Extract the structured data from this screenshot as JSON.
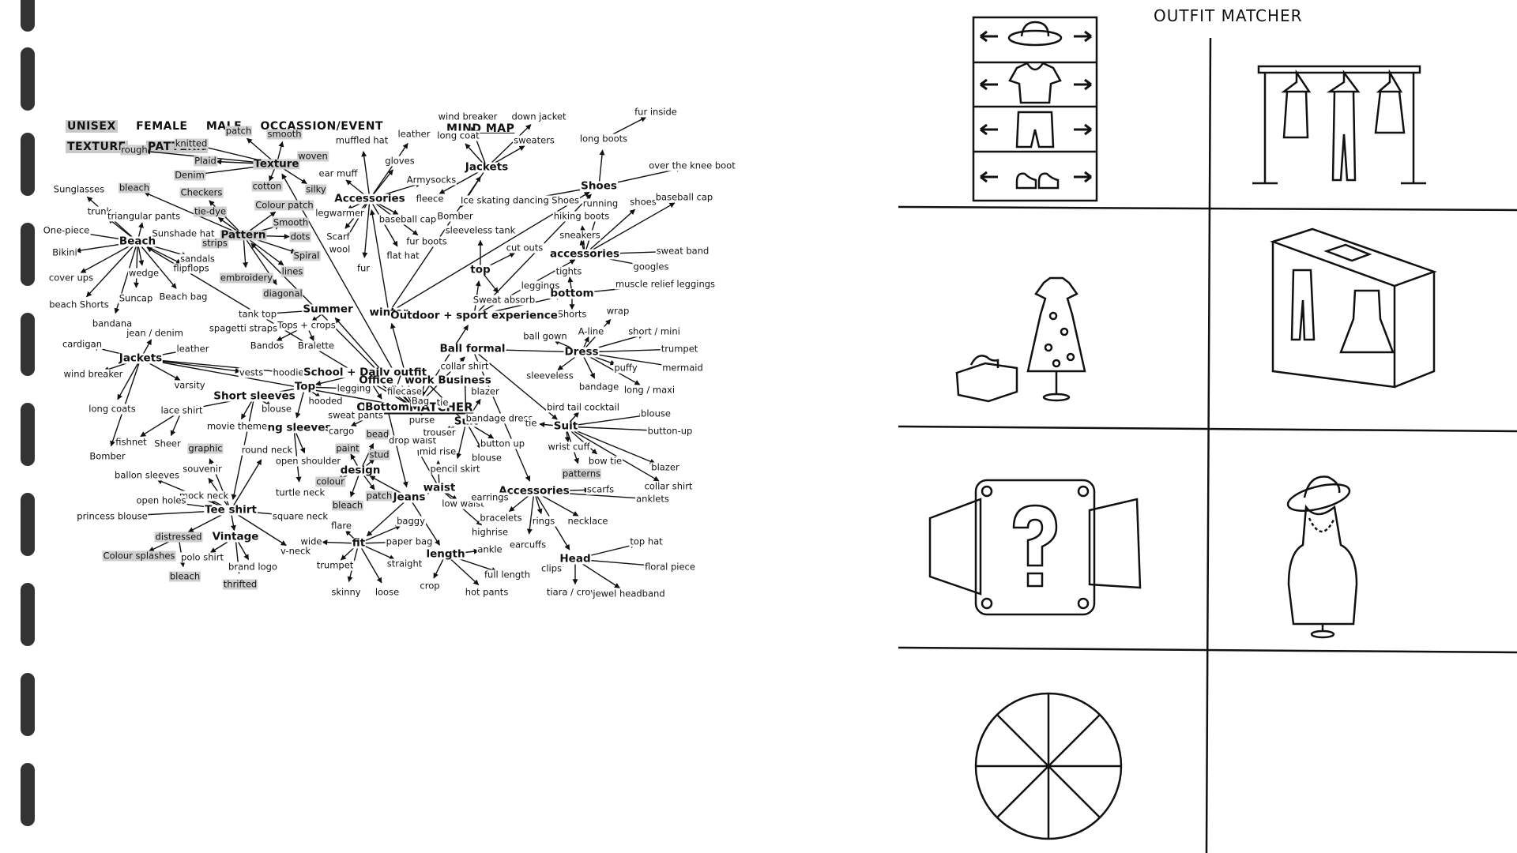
{
  "legend": {
    "items": [
      "UNISEX",
      "FEMALE",
      "MALE",
      "OCCASSION/EVENT",
      "TEXTURE",
      "PATTERN"
    ]
  },
  "mindmap": {
    "title": "MIND MAP",
    "center": "OUTFIT MATCHER",
    "nodes": {
      "texture": "Texture",
      "patch": "patch",
      "smooth": "smooth",
      "knitted": "knitted",
      "rough": "rough",
      "plaid": "Plaid",
      "woven": "woven",
      "denim": "Denim",
      "cotton": "cotton",
      "silky": "silky",
      "bleach": "bleach",
      "checkers": "Checkers",
      "colour_patch": "Colour patch",
      "tie_dye": "tie-dye",
      "smooth2": "Smooth",
      "pattern": "Pattern",
      "dots": "dots",
      "strips": "strips",
      "spiral": "Spiral",
      "embroidery": "embroidery",
      "lines": "lines",
      "diagonal": "diagonal",
      "sunglasses": "Sunglasses",
      "trunk": "trunk",
      "triangular_pants": "triangular pants",
      "sunshade_hat": "Sunshade hat",
      "one_piece": "One-piece",
      "beach": "Beach",
      "bikini": "Bikini",
      "sandals": "sandals",
      "flipflops": "flipflops",
      "wedge": "wedge",
      "cover_ups": "cover ups",
      "beach_bag": "Beach bag",
      "suncap": "Suncap",
      "beach_shorts": "beach Shorts",
      "bandana": "bandana",
      "summer": "Summer",
      "tank_top": "tank top",
      "tops_crops": "Tops + crops",
      "spaghetti": "spagetti straps",
      "bandos": "Bandos",
      "bralette": "Bralette",
      "muffled_hat": "muffled hat",
      "leather": "leather",
      "ear_muff": "ear muff",
      "gloves": "gloves",
      "arm_socks": "Armysocks",
      "accessories": "Accessories",
      "legwarmer": "legwarmer",
      "baseball_cap": "baseball cap",
      "scarf": "Scarf",
      "wool": "wool",
      "fur_boots": "fur boots",
      "flat_hat": "flat hat",
      "fur": "fur",
      "winter": "winter",
      "wind_breaker": "wind breaker",
      "down_jacket": "down jacket",
      "long_coat": "long coat",
      "sweaters": "sweaters",
      "jackets": "Jackets",
      "fleece": "fleece",
      "bomber": "Bomber",
      "long_boots": "long boots",
      "fur_inside": "fur inside",
      "over_knee": "over the knee boot",
      "shoes": "Shoes",
      "ice_skating": "Ice skating dancing Shoes",
      "running": "running",
      "shoes2": "shoes",
      "baseball_cap2": "baseball cap",
      "hiking_boots": "hiking boots",
      "sneakers": "sneakers",
      "accessories2": "accessories",
      "sweat_band": "sweat band",
      "googles": "googles",
      "sleeveless_tank": "sleeveless tank",
      "cut_outs": "cut outs",
      "top": "top",
      "tights": "tights",
      "leggings": "leggings",
      "muscle_relief": "muscle relief leggings",
      "sweat_absorb": "Sweat absorb",
      "bottom": "bottom",
      "shorts": "Shorts",
      "outdoor": "Outdoor + sport experience",
      "jacket_denim": "jean / denim",
      "cardigan": "cardigan",
      "jackets2": "Jackets",
      "leather2": "leather",
      "wind_breaker2": "wind breaker",
      "vests": "vests",
      "hoodies": "hoodies",
      "varsity": "varsity",
      "long_coats": "long coats",
      "bomber2": "Bomber",
      "ball_formal": "Ball formal",
      "ball_gown": "ball gown",
      "a_line": "A-line",
      "wrap": "wrap",
      "short_mini": "short / mini",
      "trumpet": "trumpet",
      "dress": "Dress",
      "sleeveless": "sleeveless",
      "puffy": "puffy",
      "mermaid": "mermaid",
      "bandage": "bandage",
      "long_maxi": "long / maxi",
      "school": "School + Daily outfit",
      "top2": "Top",
      "legging": "legging",
      "short_sleeves": "Short sleeves",
      "hooded": "hooded",
      "blouse": "blouse",
      "long_sleeves": "long sleeves",
      "lace_shirt": "lace shirt",
      "movie_theme": "movie theme",
      "sweat_pants": "sweat pants",
      "cargo": "cargo",
      "fishnet": "fishnet",
      "sheer": "Sheer",
      "graphic": "graphic",
      "round_neck": "round neck",
      "open_shoulder": "open shoulder",
      "souvenir": "souvenir",
      "balloon": "ballon sleeves",
      "mock_neck": "mock neck",
      "turtle_neck": "turtle neck",
      "open_holes": "open holes",
      "tee_shirt": "Tee shirt",
      "square_neck": "square neck",
      "princess": "princess blouse",
      "distressed": "distressed",
      "vintage": "Vintage",
      "colour_splashes": "Colour splashes",
      "polo_shirt": "polo shirt",
      "brand_logo": "brand logo",
      "v_neck": "v-neck",
      "bleach2": "bleach",
      "thrifted": "thrifted",
      "bottom2": "Bottom",
      "bead": "bead",
      "paint": "paint",
      "stud": "stud",
      "design": "design",
      "colour": "colour",
      "bleach3": "bleach",
      "patch2": "patch",
      "jeans": "Jeans",
      "flare": "flare",
      "baggy": "baggy",
      "wide": "wide",
      "fit": "fit",
      "paper_bag": "paper bag",
      "trumpet2": "trumpet",
      "straight": "straight",
      "skinny": "skinny",
      "loose": "loose",
      "drop_waist": "drop waist",
      "mid_rise": "mid rise",
      "waist": "waist",
      "low_waist": "low waist",
      "highrise": "highrise",
      "length": "length",
      "ankle": "ankle",
      "crop": "crop",
      "full_length": "full length",
      "hot_pants": "hot pants",
      "office": "Office / work Business",
      "collar_shirt": "collar shirt",
      "filecase": "filecase",
      "bag": "Bag",
      "purse": "purse",
      "tie": "tie",
      "blazer": "blazer",
      "suit": "Suit",
      "bandage_dress": "bandage dress",
      "trouser": "trouser",
      "button_up": "button up",
      "pencil_skirt": "pencil skirt",
      "blouse2": "blouse",
      "bird_tail": "bird tail cocktail",
      "blouse3": "blouse",
      "tie2": "tie",
      "suit2": "Suit",
      "button_up2": "button-up",
      "wrist_cuff": "wrist cuff",
      "bow_tie": "bow tie",
      "blazer2": "blazer",
      "patterns": "patterns",
      "collar_shirt2": "collar shirt",
      "accessories3": "Accessories",
      "earrings": "earrings",
      "scarfs": "scarfs",
      "anklets": "anklets",
      "bracelets": "bracelets",
      "rings": "rings",
      "necklace": "necklace",
      "earcuffs": "earcuffs",
      "head": "Head",
      "top_hat": "top hat",
      "clips": "clips",
      "floral_piece": "floral piece",
      "tiara": "tiara / crown",
      "jewel_headband": "jewel headband"
    }
  },
  "storyboard": {
    "title": "OUTFIT MATCHER",
    "panels": [
      {
        "name": "selector",
        "icons": [
          "hat-icon",
          "shirt-icon",
          "shorts-icon",
          "shoes-icon",
          "left-arrow-icon",
          "right-arrow-icon"
        ]
      },
      {
        "name": "clothes-rack",
        "icons": [
          "rack-icon",
          "hanger-icon"
        ]
      },
      {
        "name": "mannequin-dress",
        "icons": [
          "dress-icon",
          "shoebox-icon"
        ]
      },
      {
        "name": "wardrobe-box",
        "icons": [
          "box-icon",
          "pants-icon",
          "dress-icon"
        ]
      },
      {
        "name": "mystery-box",
        "icons": [
          "question-mark-icon"
        ]
      },
      {
        "name": "mannequin-accessories",
        "icons": [
          "hat-icon",
          "necklace-icon",
          "mannequin-icon"
        ]
      },
      {
        "name": "spin-wheel",
        "icons": [
          "wheel-icon"
        ]
      },
      {
        "name": "empty",
        "icons": []
      }
    ]
  },
  "colors": {
    "ink": "#111111",
    "highlight": "#cfcfcf",
    "binding": "#333333",
    "paper": "#ffffff"
  }
}
